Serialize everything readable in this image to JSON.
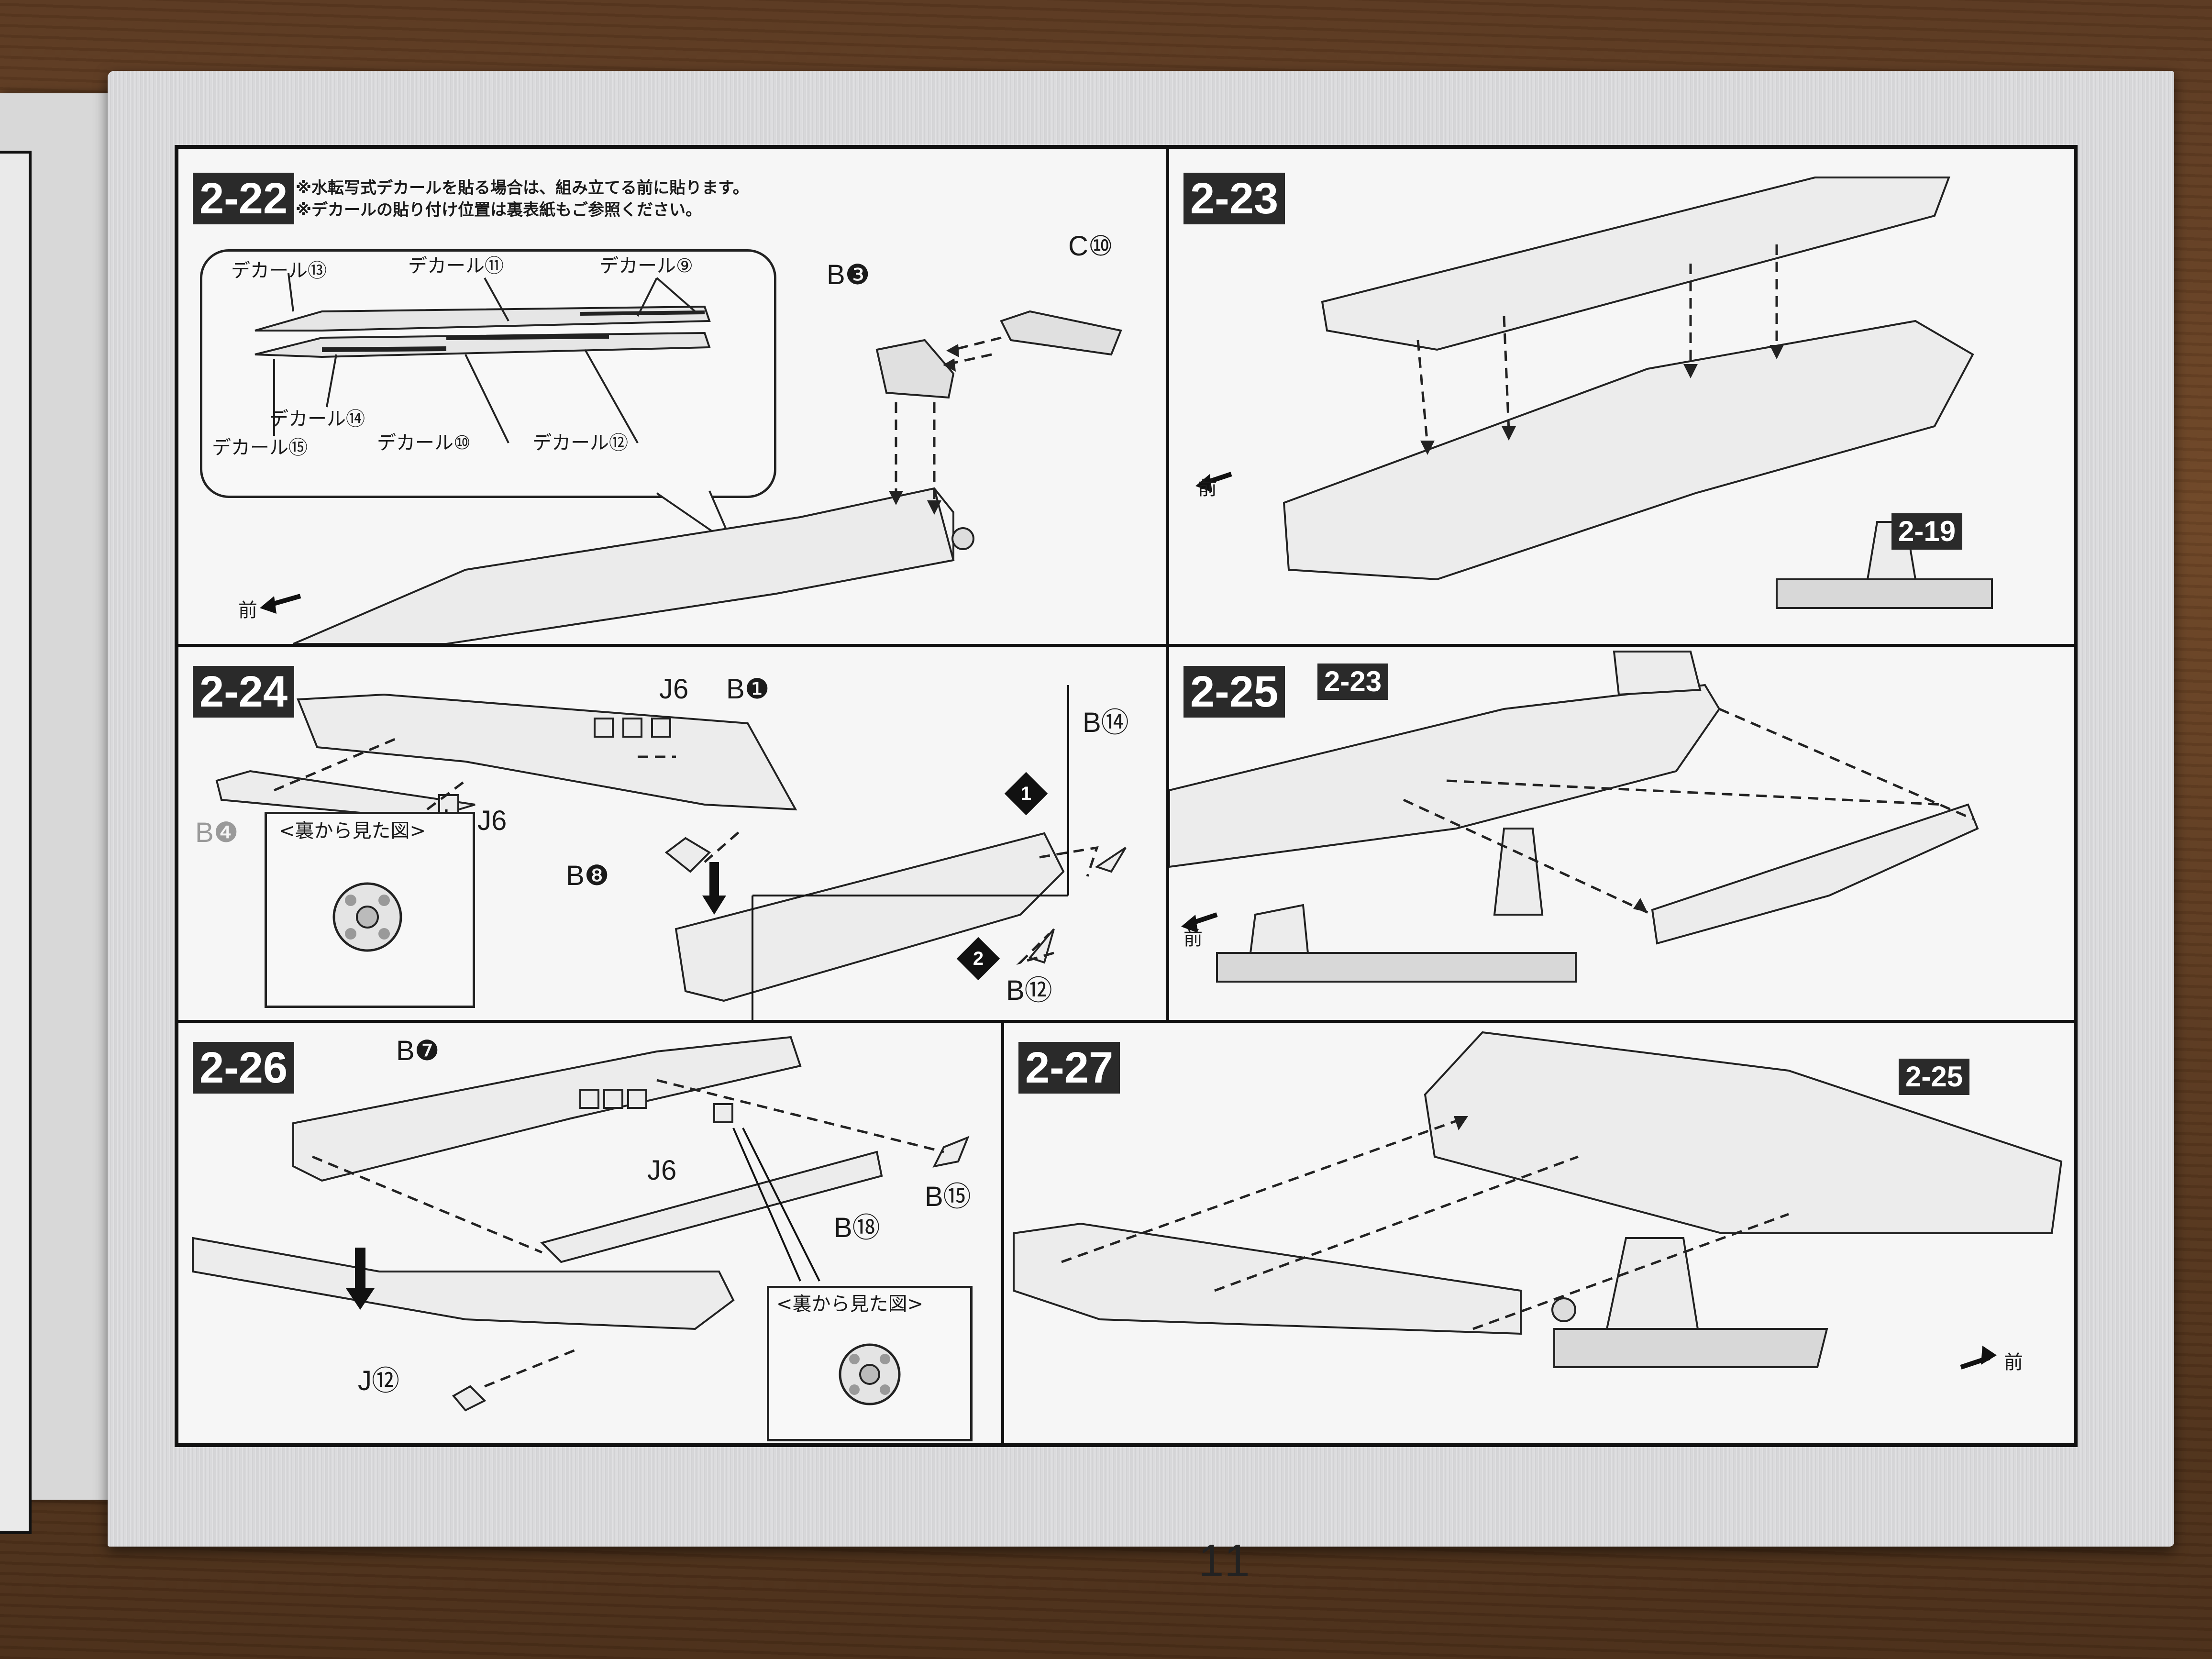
{
  "page_number": "11",
  "steps": {
    "s22": {
      "badge": "2-22",
      "note1": "※水転写式デカールを貼る場合は、組み立てる前に貼ります。",
      "note2": "※デカールの貼り付け位置は裏表紙もご参照ください。",
      "decals": [
        "デカール⑬",
        "デカール⑪",
        "デカール⑨",
        "デカール⑭",
        "デカール⑮",
        "デカール⑩",
        "デカール⑫"
      ],
      "parts": [
        "B❸",
        "C⑩"
      ],
      "front": "前"
    },
    "s23": {
      "badge": "2-23",
      "ref": "2-19",
      "front": "前"
    },
    "s24": {
      "badge": "2-24",
      "parts": [
        "J6",
        "B❶",
        "J6",
        "B❹",
        "B❽",
        "B⑭",
        "B⑫"
      ],
      "inset_title": "<裏から見た図>",
      "markers": [
        "1",
        "2"
      ]
    },
    "s25": {
      "badge": "2-25",
      "ref": "2-23",
      "front": "前"
    },
    "s26": {
      "badge": "2-26",
      "parts": [
        "B❼",
        "J6",
        "B⑮",
        "B⑱",
        "J⑫"
      ],
      "inset_title": "<裏から見た図>"
    },
    "s27": {
      "badge": "2-27",
      "ref": "2-25",
      "front": "前"
    }
  },
  "colors": {
    "ink": "#111111",
    "badge": "#2a2a2a",
    "paper": "#f6f6f6"
  }
}
